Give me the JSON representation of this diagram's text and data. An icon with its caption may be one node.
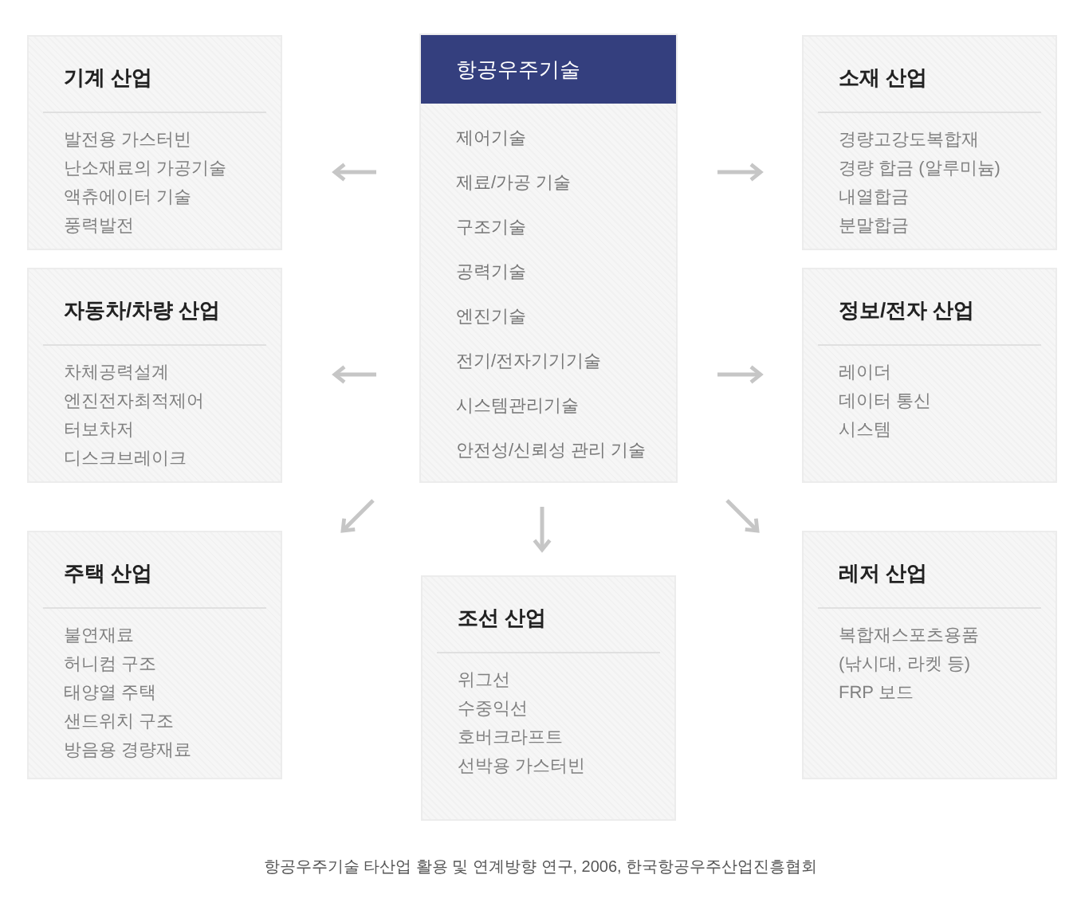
{
  "diagram": {
    "caption": "항공우주기술 타산업 활용 및 연계방향 연구, 2006, 한국항공우주산업진흥협회",
    "nodes": [
      {
        "text": [
          "기계 산업",
          "발전용 가스터빈",
          "난소재료의 가공기술",
          "액츄에이터 기술",
          "풍력발전"
        ]
      },
      {
        "text": [
          "항공우주기술",
          "제어기술",
          "제료/가공 기술",
          "구조기술",
          "공력기술",
          "엔진기술",
          "전기/전자기기기술",
          "시스템관리기술",
          "안전성/신뢰성 관리 기술"
        ]
      },
      {
        "text": [
          "소재 산업",
          "경량고강도복합재",
          "경량 합금 (알루미늄)",
          "내열합금",
          "분말합금"
        ]
      },
      {
        "text": [
          "자동차/차량 산업",
          "차체공력설계",
          "엔진전자최적제어",
          "터보차저",
          "디스크브레이크"
        ]
      },
      {
        "text": [
          "정보/전자 산업",
          "레이더",
          "데이터 통신",
          "시스템"
        ]
      },
      {
        "text": [
          "주택 산업",
          "불연재료",
          "허니컴 구조",
          "태양열 주택",
          "샌드위치 구조",
          "방음용 경량재료"
        ]
      },
      {
        "text": [
          "조선 산업",
          "위그선",
          "수중익선",
          "호버크라프트",
          "선박용 가스터빈"
        ]
      },
      {
        "text": [
          "레저 산업",
          "복합재스포츠용품",
          "(낚시대, 라켓 등)",
          "FRP 보드"
        ]
      }
    ],
    "edges": [
      {
        "from": 1,
        "to": 0,
        "arrow": "to"
      },
      {
        "from": 1,
        "to": 2,
        "arrow": "to"
      },
      {
        "from": 1,
        "to": 3,
        "arrow": "to"
      },
      {
        "from": 1,
        "to": 4,
        "arrow": "to"
      },
      {
        "from": 1,
        "to": 5,
        "arrow": "to"
      },
      {
        "from": 1,
        "to": 6,
        "arrow": "to"
      },
      {
        "from": 1,
        "to": 7,
        "arrow": "to"
      }
    ]
  }
}
